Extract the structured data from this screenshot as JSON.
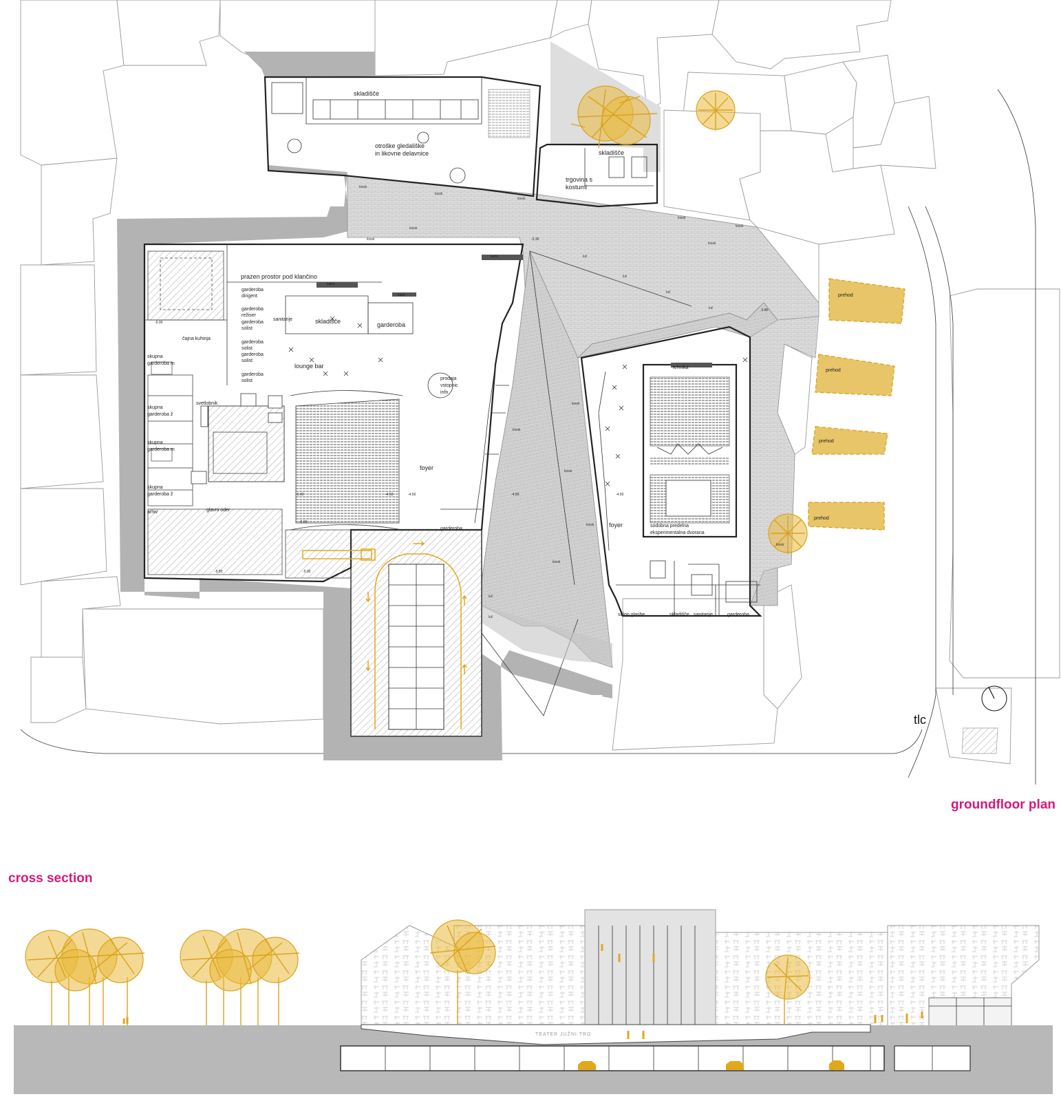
{
  "titles": {
    "groundfloor": "groundfloor plan",
    "section": "cross section",
    "north_label": "tlc"
  },
  "colors": {
    "accent_title": "#d8187a",
    "landscape_gold": "#e0a81c",
    "excavation_grey": "#b3b3b3",
    "paving_grey": "#d9d9d9",
    "ground_grey": "#b8b8b8"
  },
  "plan_labels": {
    "skladisce_1": "skladišče",
    "workshops_1": "otroške gledališke",
    "workshops_2": "in likovne delavnice",
    "skladisce_2": "skladišče",
    "costumes_1": "trgovina s",
    "costumes_2": "kostumi",
    "empty_space": "prazen prostor pod klančino",
    "kartko_1": "karto",
    "kartko_2": "karto",
    "kartko_3": "karto",
    "garderoba_dirigent": "garderoba",
    "dirigent": "dirigent",
    "garderoba_reziser": "garderoba",
    "reziser": "režiser",
    "garderoba_solist_1": "garderoba",
    "solist_1": "solist",
    "sanitarije_1": "sanitarije",
    "skladisce_3": "skladišče",
    "garderoba_1": "garderoba",
    "cajna_kuhinja": "čajna kuhinja",
    "garderoba_solist_2": "garderoba",
    "solist_2": "solist",
    "garderoba_solist_3": "garderoba",
    "solist_3": "solist",
    "garderoba_solist_4": "garderoba",
    "solist_4": "solist",
    "lounge_bar": "lounge bar",
    "prodaja_1": "prodaja",
    "prodaja_2": "vstopnic",
    "prodaja_3": "info",
    "skupna_m_1a": "skupna",
    "skupna_m_1b": "garderoba m",
    "svetlobnik": "svetlobnik",
    "skupna_z_1a": "skupna",
    "skupna_z_1b": "garderoba ž",
    "skupna_m_2a": "skupna",
    "skupna_m_2b": "garderoba m",
    "skupna_z_2a": "skupna",
    "skupna_z_2b": "garderoba ž",
    "arhiv": "arhiv",
    "glavni_oder": "glavni oder",
    "foyer_1": "foyer",
    "garderoba_2": "garderoba",
    "tehnika": "tehnika",
    "foyer_2": "foyer",
    "hall_1": "sodobna predelna",
    "hall_2": "eksperimentalna dvorana",
    "salon_glasbe": "salon glasbe",
    "skladisce_4": "skladišče",
    "sanitarije_2": "sanitarije",
    "garderoba_3": "garderoba",
    "prehod_1": "prehod",
    "prehod_2": "prehod",
    "prehod_3": "prehod",
    "prehod_4": "prehod"
  },
  "levels": {
    "l1": "-3.30",
    "l2": "-5.00",
    "l3": "-4.50",
    "l4": "-4.50",
    "l5": "-4.50",
    "l6": "-5.00",
    "l7": "-5.00",
    "l8": "-5.80",
    "l9": "-5.00",
    "l10": "-3.80",
    "l11": "-4.50"
  },
  "kiosks": {
    "k1": "kiosk",
    "k2": "kiosk",
    "k3": "kiosk",
    "k4": "kiosk",
    "k5": "kiosk",
    "k6": "kiosk",
    "k7": "kiosk",
    "k8": "kiosk",
    "k9": "kiosk",
    "k10": "kiosk",
    "k11": "kiosk",
    "k12": "kiosk",
    "k13": "kiosk",
    "k14": "kiosk",
    "l1": "luč",
    "l2": "luč",
    "l3": "luč",
    "l4": "luč",
    "l5": "luč",
    "l6": "luč"
  },
  "section": {
    "theatre_sign": "TEATER JUŽNI TRG"
  }
}
